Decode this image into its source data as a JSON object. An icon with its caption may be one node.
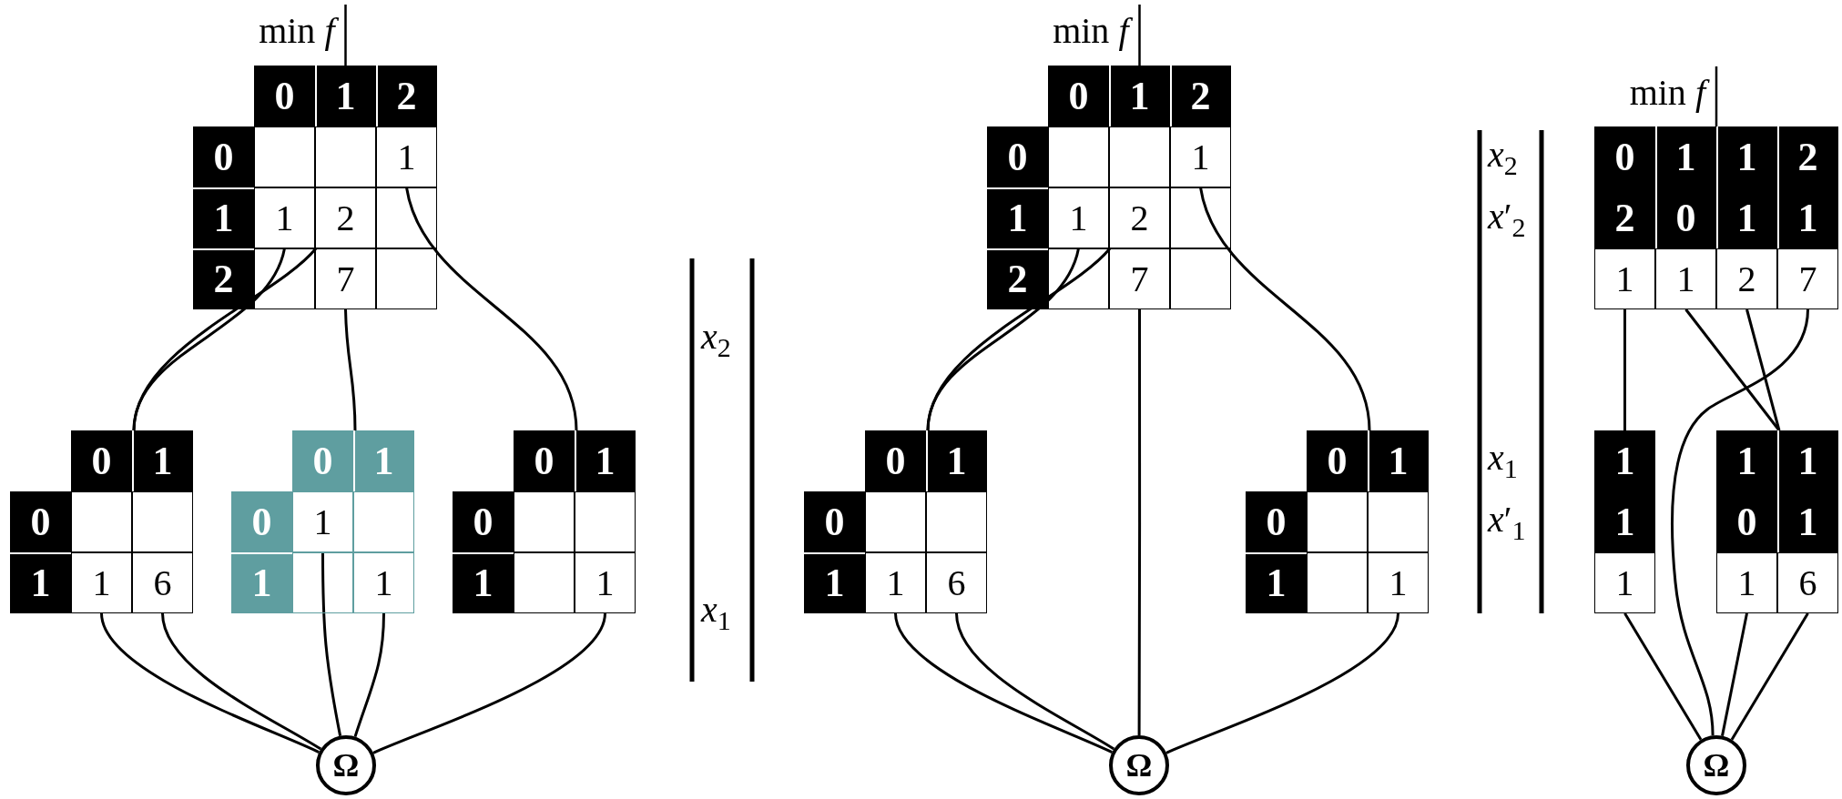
{
  "diagram": {
    "nodes": [
      {
        "text": [
          "min *f*"
        ]
      },
      {
        "text": [
          "0"
        ]
      },
      {
        "text": [
          "1"
        ]
      },
      {
        "text": [
          "2"
        ]
      },
      {
        "text": [
          "0"
        ]
      },
      {
        "text": [
          "1"
        ]
      },
      {
        "text": [
          "1"
        ]
      },
      {
        "text": [
          "1"
        ]
      },
      {
        "text": [
          "2"
        ]
      },
      {
        "text": [
          "2"
        ]
      },
      {
        "text": [
          "7"
        ]
      },
      {
        "text": [
          "0"
        ]
      },
      {
        "text": [
          "1"
        ]
      },
      {
        "text": [
          "0"
        ]
      },
      {
        "text": [
          "1"
        ]
      },
      {
        "text": [
          "1"
        ]
      },
      {
        "text": [
          "6"
        ]
      },
      {
        "text": [
          "0"
        ]
      },
      {
        "text": [
          "1"
        ]
      },
      {
        "text": [
          "0"
        ]
      },
      {
        "text": [
          "1"
        ]
      },
      {
        "text": [
          "1"
        ]
      },
      {
        "text": [
          "1"
        ]
      },
      {
        "text": [
          "0"
        ]
      },
      {
        "text": [
          "1"
        ]
      },
      {
        "text": [
          "0"
        ]
      },
      {
        "text": [
          "1"
        ]
      },
      {
        "text": [
          "1"
        ]
      },
      {
        "text": [
          "Ω"
        ]
      },
      {
        "text": [
          "min *f*"
        ]
      },
      {
        "text": [
          "0"
        ]
      },
      {
        "text": [
          "1"
        ]
      },
      {
        "text": [
          "2"
        ]
      },
      {
        "text": [
          "0"
        ]
      },
      {
        "text": [
          "1"
        ]
      },
      {
        "text": [
          "1"
        ]
      },
      {
        "text": [
          "1"
        ]
      },
      {
        "text": [
          "2"
        ]
      },
      {
        "text": [
          "2"
        ]
      },
      {
        "text": [
          "7"
        ]
      },
      {
        "text": [
          "0"
        ]
      },
      {
        "text": [
          "1"
        ]
      },
      {
        "text": [
          "0"
        ]
      },
      {
        "text": [
          "1"
        ]
      },
      {
        "text": [
          "1"
        ]
      },
      {
        "text": [
          "6"
        ]
      },
      {
        "text": [
          "0"
        ]
      },
      {
        "text": [
          "1"
        ]
      },
      {
        "text": [
          "0"
        ]
      },
      {
        "text": [
          "1"
        ]
      },
      {
        "text": [
          "1"
        ]
      },
      {
        "text": [
          "Ω"
        ]
      },
      {
        "text": [
          "min *f*"
        ]
      },
      {
        "text": [
          "0"
        ]
      },
      {
        "text": [
          "1"
        ]
      },
      {
        "text": [
          "1"
        ]
      },
      {
        "text": [
          "2"
        ]
      },
      {
        "text": [
          "2"
        ]
      },
      {
        "text": [
          "0"
        ]
      },
      {
        "text": [
          "1"
        ]
      },
      {
        "text": [
          "1"
        ]
      },
      {
        "text": [
          "1"
        ]
      },
      {
        "text": [
          "1"
        ]
      },
      {
        "text": [
          "2"
        ]
      },
      {
        "text": [
          "7"
        ]
      },
      {
        "text": [
          "1"
        ]
      },
      {
        "text": [
          "1"
        ]
      },
      {
        "text": [
          "1"
        ]
      },
      {
        "text": [
          "1"
        ]
      },
      {
        "text": [
          "1"
        ]
      },
      {
        "text": [
          "0"
        ]
      },
      {
        "text": [
          "1"
        ]
      },
      {
        "text": [
          "1"
        ]
      },
      {
        "text": [
          "6"
        ]
      },
      {
        "text": [
          "Ω"
        ]
      }
    ],
    "edges": [
      {
        "from": 0,
        "to": 2,
        "arrow": "none"
      },
      {
        "from": 7,
        "to": 12,
        "arrow": "none"
      },
      {
        "from": 8,
        "to": 12,
        "arrow": "none"
      },
      {
        "from": 10,
        "to": 18,
        "arrow": "none"
      },
      {
        "from": 5,
        "to": 24,
        "arrow": "none"
      },
      {
        "from": 15,
        "to": 28,
        "arrow": "none"
      },
      {
        "from": 16,
        "to": 28,
        "arrow": "none"
      },
      {
        "from": 20,
        "to": 28,
        "arrow": "none"
      },
      {
        "from": 22,
        "to": 28,
        "arrow": "none"
      },
      {
        "from": 27,
        "to": 28,
        "arrow": "none"
      },
      {
        "from": 29,
        "to": 31,
        "arrow": "none"
      },
      {
        "from": 36,
        "to": 41,
        "arrow": "none"
      },
      {
        "from": 37,
        "to": 41,
        "arrow": "none"
      },
      {
        "from": 39,
        "to": 51,
        "arrow": "none"
      },
      {
        "from": 34,
        "to": 47,
        "arrow": "none"
      },
      {
        "from": 44,
        "to": 51,
        "arrow": "none"
      },
      {
        "from": 45,
        "to": 51,
        "arrow": "none"
      },
      {
        "from": 50,
        "to": 51,
        "arrow": "none"
      },
      {
        "from": 52,
        "to": 55,
        "arrow": "none"
      },
      {
        "from": 61,
        "to": 65,
        "arrow": "none"
      },
      {
        "from": 62,
        "to": 69,
        "arrow": "none"
      },
      {
        "from": 63,
        "to": 69,
        "arrow": "none"
      },
      {
        "from": 64,
        "to": 74,
        "arrow": "none"
      },
      {
        "from": 67,
        "to": 74,
        "arrow": "none"
      },
      {
        "from": 72,
        "to": 74,
        "arrow": "none"
      },
      {
        "from": 73,
        "to": 74,
        "arrow": "none"
      }
    ],
    "labels": [
      "*x*$_{2}$",
      "*x*$_{1}$",
      "*x*$_{2}$",
      "*x*′$_{2}$",
      "*x*$_{1}$",
      "*x*′$_{1}$"
    ]
  }
}
